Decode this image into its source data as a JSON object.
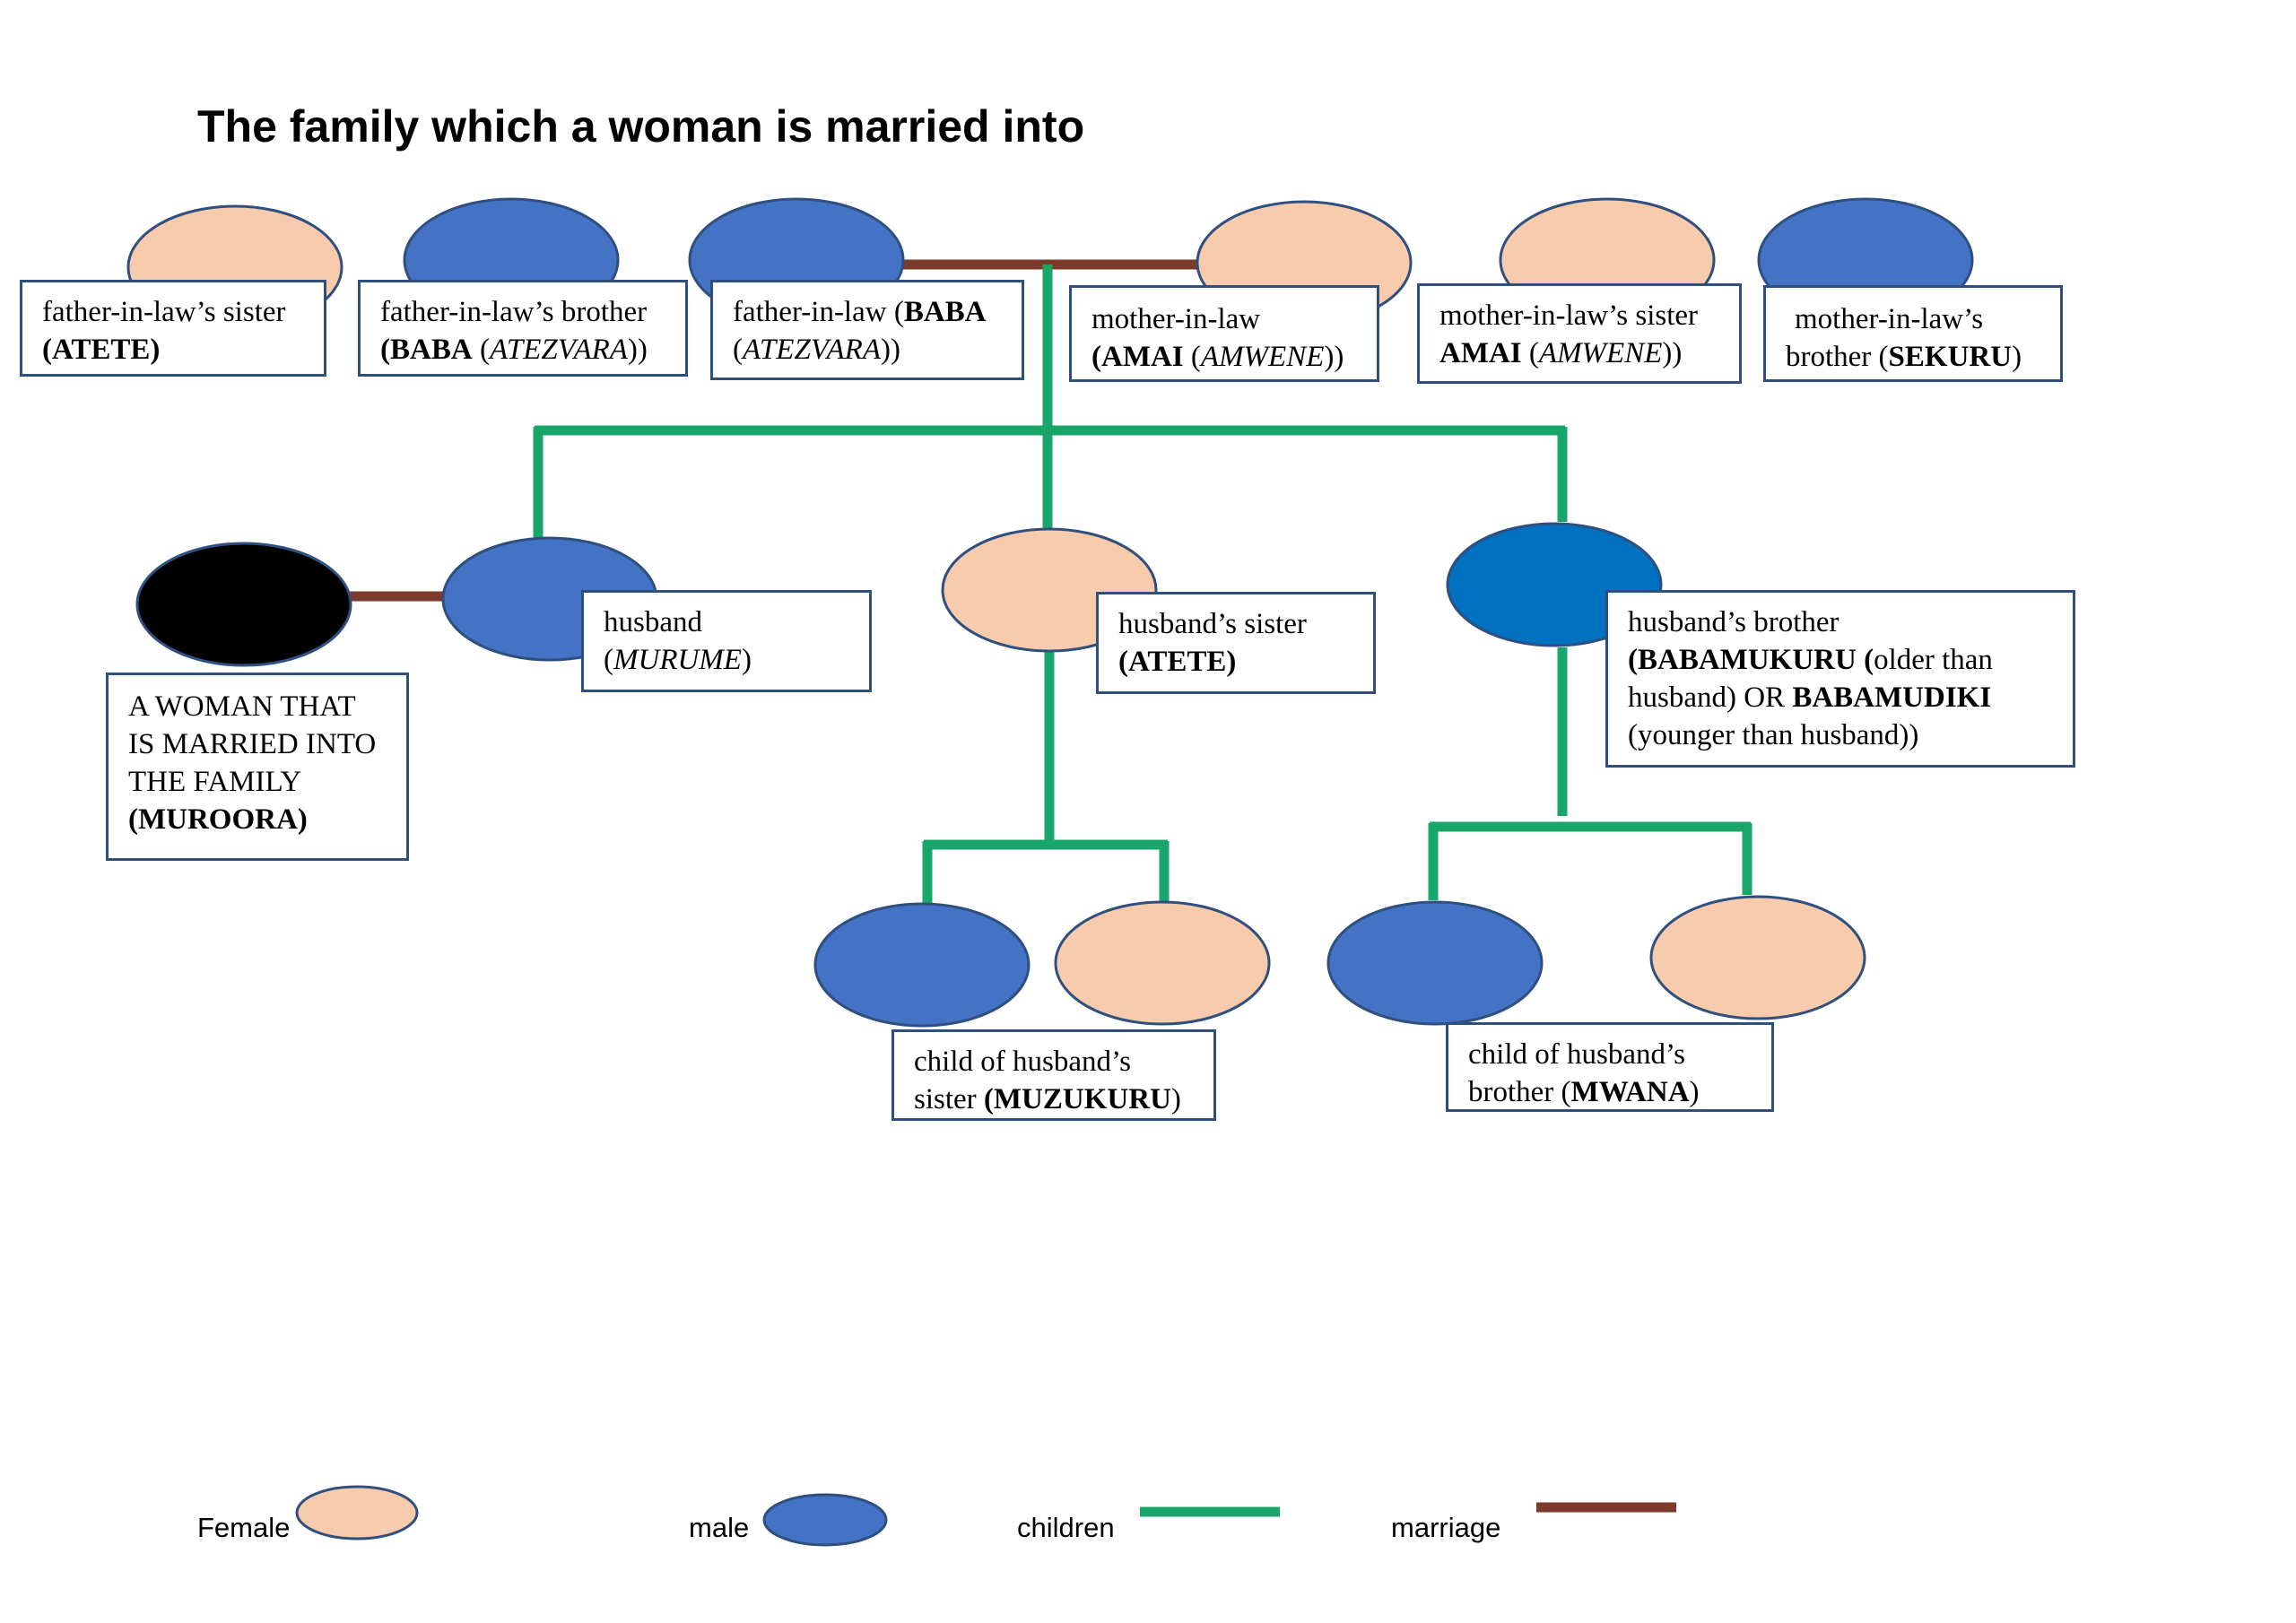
{
  "title": "The family which a woman is married into",
  "colors": {
    "female": "#f8cbad",
    "male": "#4472c4",
    "male_bright": "#0070c0",
    "woman": "#000000",
    "outline": "#2f4f7f",
    "children_line": "#18a66b",
    "marriage_line": "#7b3a2a"
  },
  "labels": {
    "fil_sister": {
      "l1": "father-in-law’s sister",
      "l2a": "(ATETE)"
    },
    "fil_brother": {
      "l1": "father-in-law’s brother",
      "l2a": "(BABA",
      "l2b": " (",
      "l2c": "ATEZVARA",
      "l2d": "))"
    },
    "fil": {
      "l1a": "father-in-law (",
      "l1b": "BABA",
      "l2a": "(",
      "l2b": "ATEZVARA",
      "l2c": "))"
    },
    "mil": {
      "l1": "mother-in-law",
      "l2a": "(AMAI",
      "l2b": " (",
      "l2c": "AMWENE",
      "l2d": "))"
    },
    "mil_sister": {
      "l1": "mother-in-law’s sister",
      "l2a": "AMAI",
      "l2b": " (",
      "l2c": "AMWENE",
      "l2d": "))"
    },
    "mil_brother": {
      "l1": "mother-in-law’s",
      "l2a": "brother (",
      "l2b": "SEKURU",
      "l2c": ")"
    },
    "woman": {
      "l1": "A WOMAN THAT",
      "l2": "IS MARRIED INTO",
      "l3": "THE FAMILY",
      "l4": "(MUROORA)"
    },
    "husband": {
      "l1": "husband",
      "l2a": "(",
      "l2b": "MURUME",
      "l2c": ")"
    },
    "husband_sister": {
      "l1": "husband’s sister",
      "l2": "(ATETE)"
    },
    "husband_brother": {
      "l1": "husband’s brother",
      "l2a": "(BABAMUKURU (",
      "l2b": "older than",
      "l3a": "husband) OR ",
      "l3b": "BABAMUDIKI",
      "l4": "(younger than husband))"
    },
    "child_sister": {
      "l1": "child of husband’s",
      "l2a": "sister ",
      "l2b": "(MUZUKURU",
      "l2c": ")"
    },
    "child_brother": {
      "l1": "child of husband’s",
      "l2a": "brother (",
      "l2b": "MWANA",
      "l2c": ")"
    }
  },
  "legend": {
    "female": "Female",
    "male": "male",
    "children": "children",
    "marriage": "marriage"
  }
}
